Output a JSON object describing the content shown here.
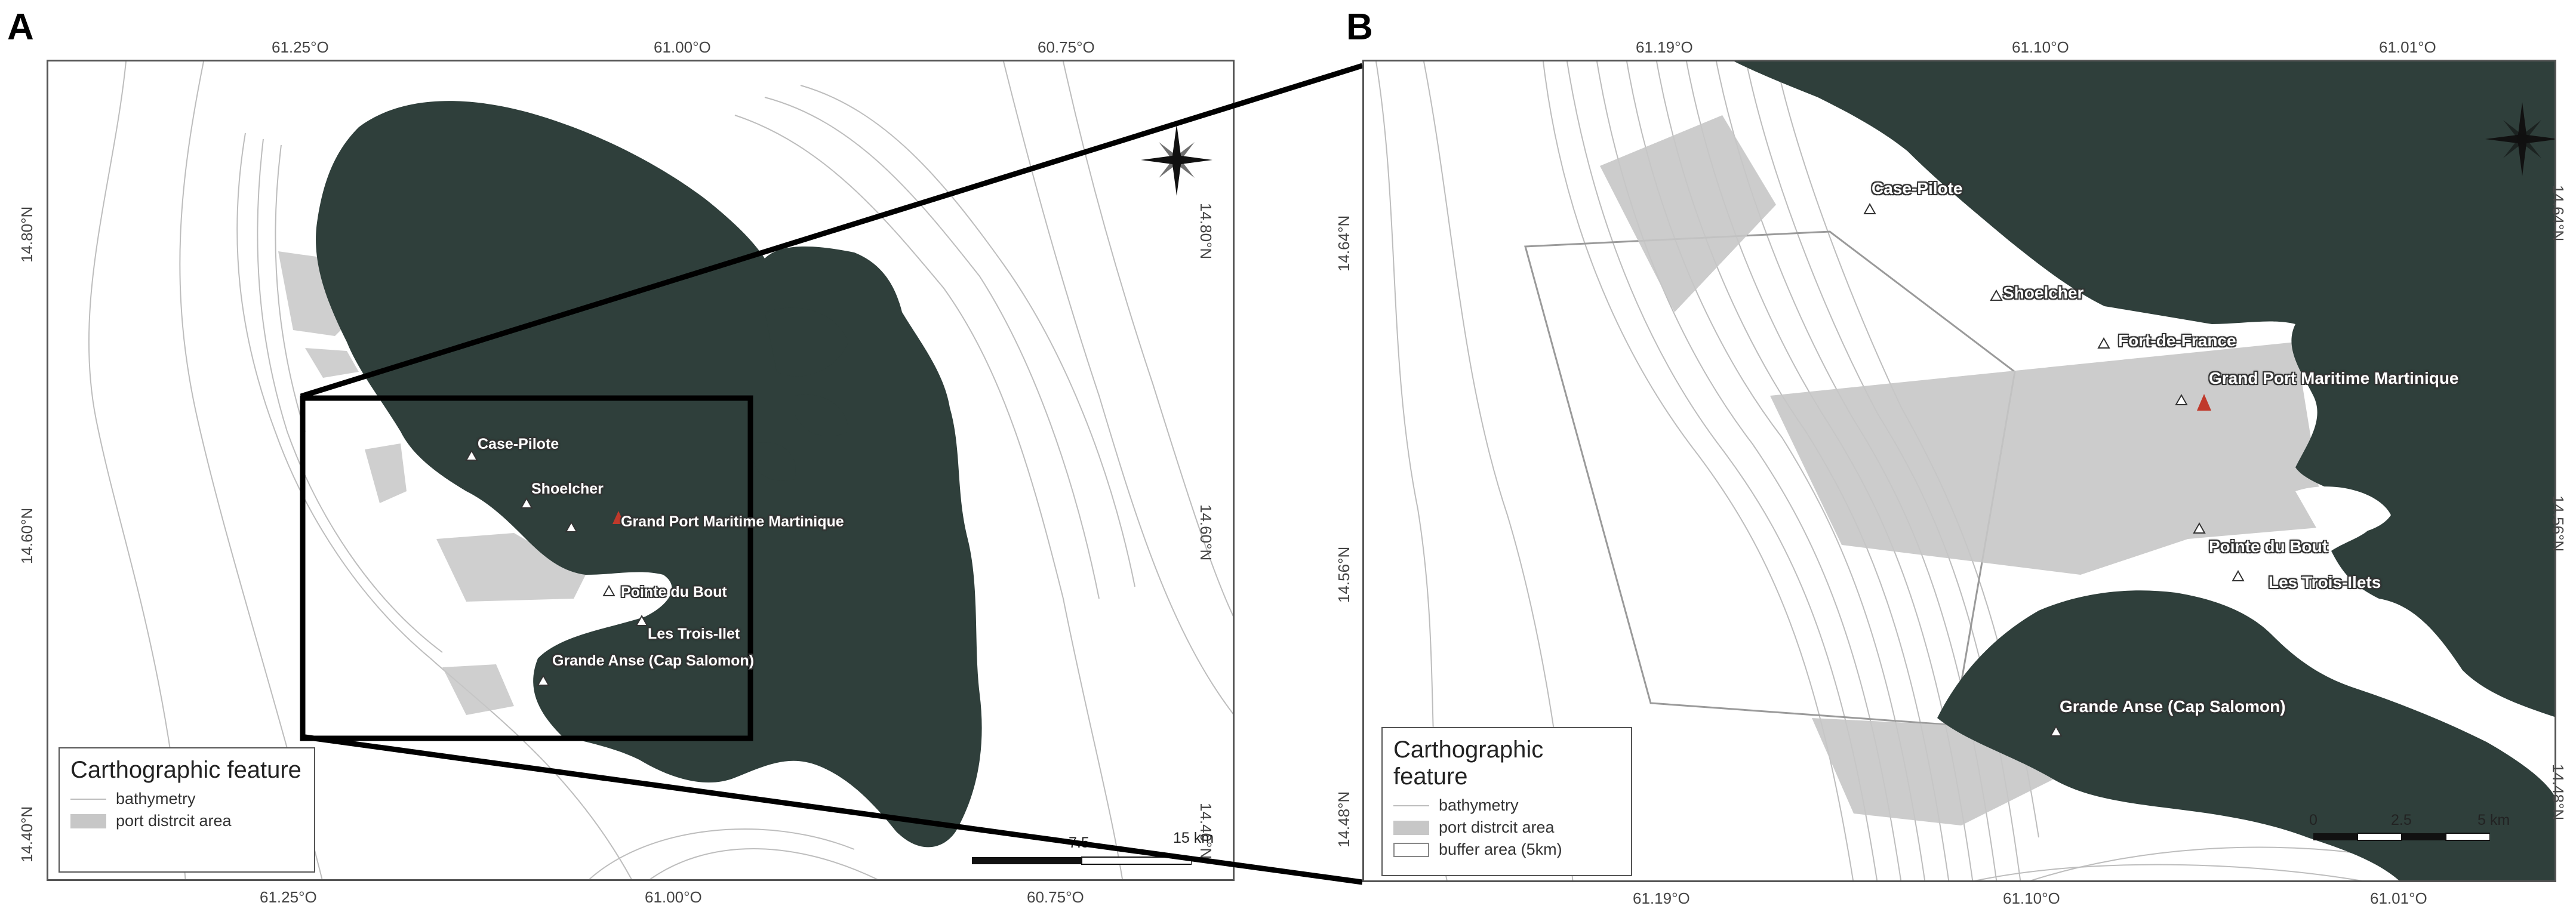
{
  "panels": {
    "a": {
      "letter": "A",
      "top_ticks": [
        "61.25°O",
        "61.00°O",
        "60.75°O"
      ],
      "bottom_ticks": [
        "61.25°O",
        "61.00°O",
        "60.75°O"
      ],
      "left_ticks": [
        "14.80°N",
        "14.60°N",
        "14.40°N"
      ],
      "right_ticks": [
        "14.80°N",
        "14.60°N",
        "14.40°N"
      ],
      "places": [
        "Case-Pilote",
        "Shoelcher",
        "Grand Port Maritime Martinique",
        "Pointe du Bout",
        "Les Trois-Ilet",
        "Grande Anse (Cap Salomon)"
      ],
      "legend": {
        "title": "Carthographic feature",
        "items": [
          "bathymetry",
          "port distrcit area"
        ]
      },
      "scale": {
        "mid": "7.5",
        "end": "15 km"
      }
    },
    "b": {
      "letter": "B",
      "top_ticks": [
        "61.19°O",
        "61.10°O",
        "61.01°O"
      ],
      "bottom_ticks": [
        "61.19°O",
        "61.10°O",
        "61.01°O"
      ],
      "left_ticks": [
        "14.64°N",
        "14.56°N",
        "14.48°N"
      ],
      "right_ticks": [
        "14.64°N",
        "14.56°N",
        "14.48°N"
      ],
      "places": [
        "Case-Pilote",
        "Shoelcher",
        "Fort-de-France",
        "Grand Port Maritime Martinique",
        "Pointe du Bout",
        "Les Trois-Ilets",
        "Grande Anse (Cap Salomon)"
      ],
      "legend": {
        "title": "Carthographic feature",
        "items": [
          "bathymetry",
          "port distrcit area",
          "buffer area (5km)"
        ]
      },
      "scale": {
        "start": "0",
        "mid": "2.5",
        "end": "5 km"
      }
    }
  },
  "colors": {
    "land": "#2f3f3b",
    "port_area": "#c7c7c7",
    "bathymetry": "#bdbdbd",
    "port_marker": "#c0392b",
    "frame": "#555555"
  }
}
